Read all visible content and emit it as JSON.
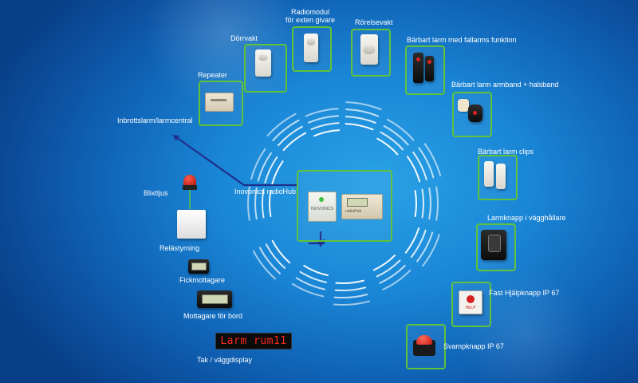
{
  "hub": {
    "label": "Inovonics radioHub",
    "display_line1": "INOVONICS",
    "display_line2": "radioHub"
  },
  "devices": {
    "repeater": "Repeater",
    "door": "Dörrvakt",
    "radio_module_line1": "Radiomodul",
    "radio_module_line2": "för exten givare",
    "motion": "Rörelsevakt",
    "portable_fall": "Bärbart larm med fallarms funktion",
    "portable_band": "Bärbart larm armband + halsband",
    "portable_clip": "Bärbart larm clips",
    "wall_button": "Larmknapp i vägghållare",
    "fixed_button": "Fast Hjälpknapp IP 67",
    "mushroom_button": "Svampknapp  IP 67",
    "fixed_button_tag": "HELP"
  },
  "outputs": {
    "intrusion": "Inbrottslarm/larmcentral",
    "flash": "Blixtljus",
    "relay": "Relästyrning",
    "pager": "Fickmottagare",
    "desk_receiver": "Mottagare för bord",
    "display_label": "Tak / väggdisplay",
    "display_text": "Larm rum11"
  },
  "colors": {
    "frame": "#5fc23a",
    "arrow": "#1f2f8c",
    "waves": "#ffffff",
    "background": "#1a86d6",
    "led_text": "#ff2a1a"
  }
}
